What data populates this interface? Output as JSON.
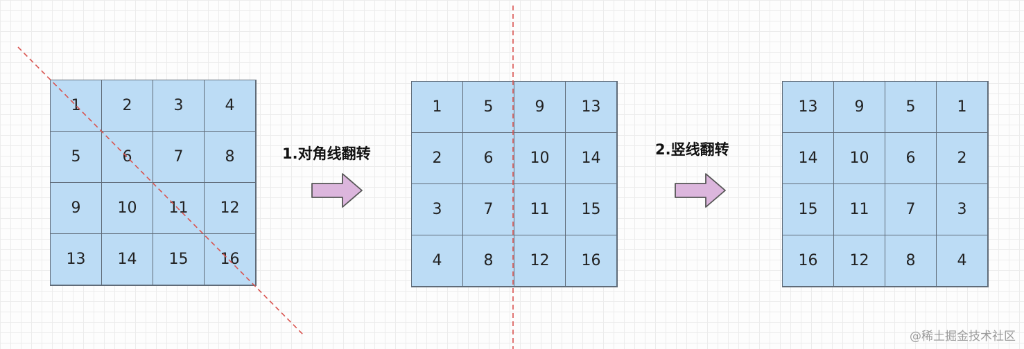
{
  "matrices": {
    "original": [
      "1",
      "2",
      "3",
      "4",
      "5",
      "6",
      "7",
      "8",
      "9",
      "10",
      "11",
      "12",
      "13",
      "14",
      "15",
      "16"
    ],
    "transposed": [
      "1",
      "5",
      "9",
      "13",
      "2",
      "6",
      "10",
      "14",
      "3",
      "7",
      "11",
      "15",
      "4",
      "8",
      "12",
      "16"
    ],
    "rotated": [
      "13",
      "9",
      "5",
      "1",
      "14",
      "10",
      "6",
      "2",
      "15",
      "11",
      "7",
      "3",
      "16",
      "12",
      "8",
      "4"
    ]
  },
  "steps": {
    "step1_label": "1.对角线翻转",
    "step2_label": "2.竖线翻转"
  },
  "watermark": "@稀土掘金技术社区",
  "colors": {
    "cell_fill": "#bcdcf5",
    "cell_border": "#5f6b78",
    "flip_line": "#d9534f",
    "arrow_fill": "#dcb6dd"
  }
}
